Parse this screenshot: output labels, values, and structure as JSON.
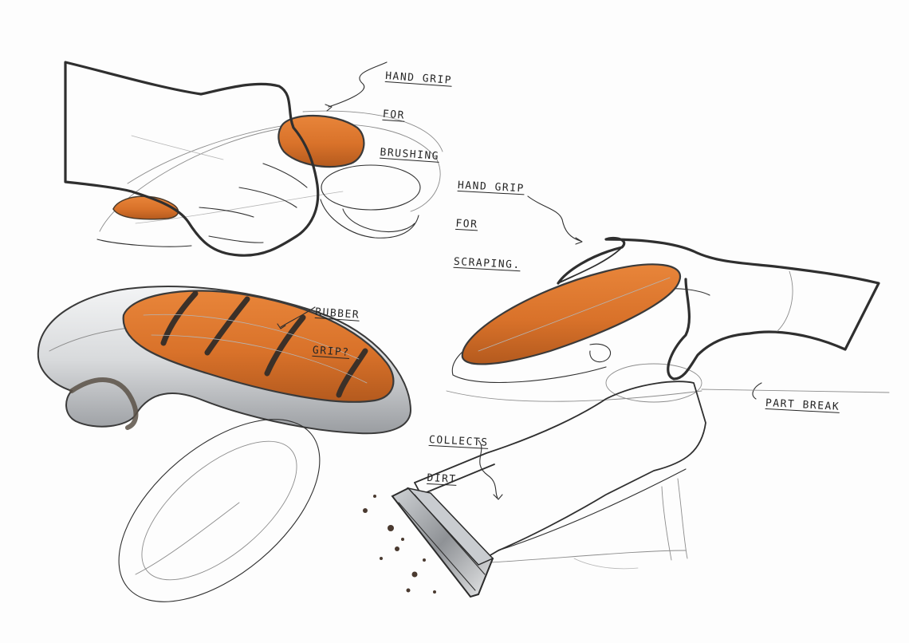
{
  "sketch": {
    "annotations": {
      "brushing_grip": [
        "HAND GRIP",
        "FOR",
        "BRUSHING"
      ],
      "scraping_grip": [
        "HAND GRIP",
        "FOR",
        "SCRAPING."
      ],
      "rubber_grip": [
        "RUBBER",
        "GRIP?"
      ],
      "part_break": [
        "PART BREAK"
      ],
      "collects_dirt": [
        "COLLECTS",
        "DIRT"
      ]
    },
    "colors": {
      "ink": "#2f2f2f",
      "grip_orange": "#d9722a",
      "grip_shadow": "#b45a1e",
      "metal_light": "#e2e4e6",
      "metal_shadow": "#8f9296",
      "band_dark": "#3b3028"
    }
  }
}
